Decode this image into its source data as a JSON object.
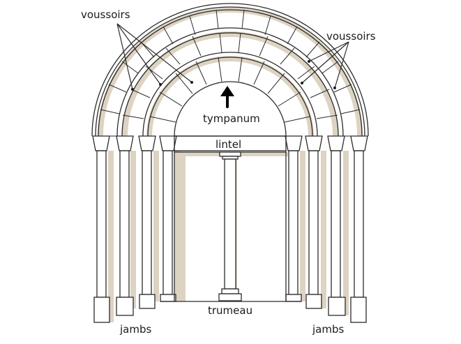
{
  "labels": {
    "voussoirs_left": "voussoirs",
    "voussoirs_right": "voussoirs",
    "tympanum": "tympanum",
    "lintel": "lintel",
    "trumeau": "trumeau",
    "jambs_left": "jambs",
    "jambs_right": "jambs"
  },
  "colors": {
    "stroke": "#2b2b2b",
    "shadow": "#ddd3c3",
    "background": "#ffffff",
    "arrow": "#000000"
  }
}
